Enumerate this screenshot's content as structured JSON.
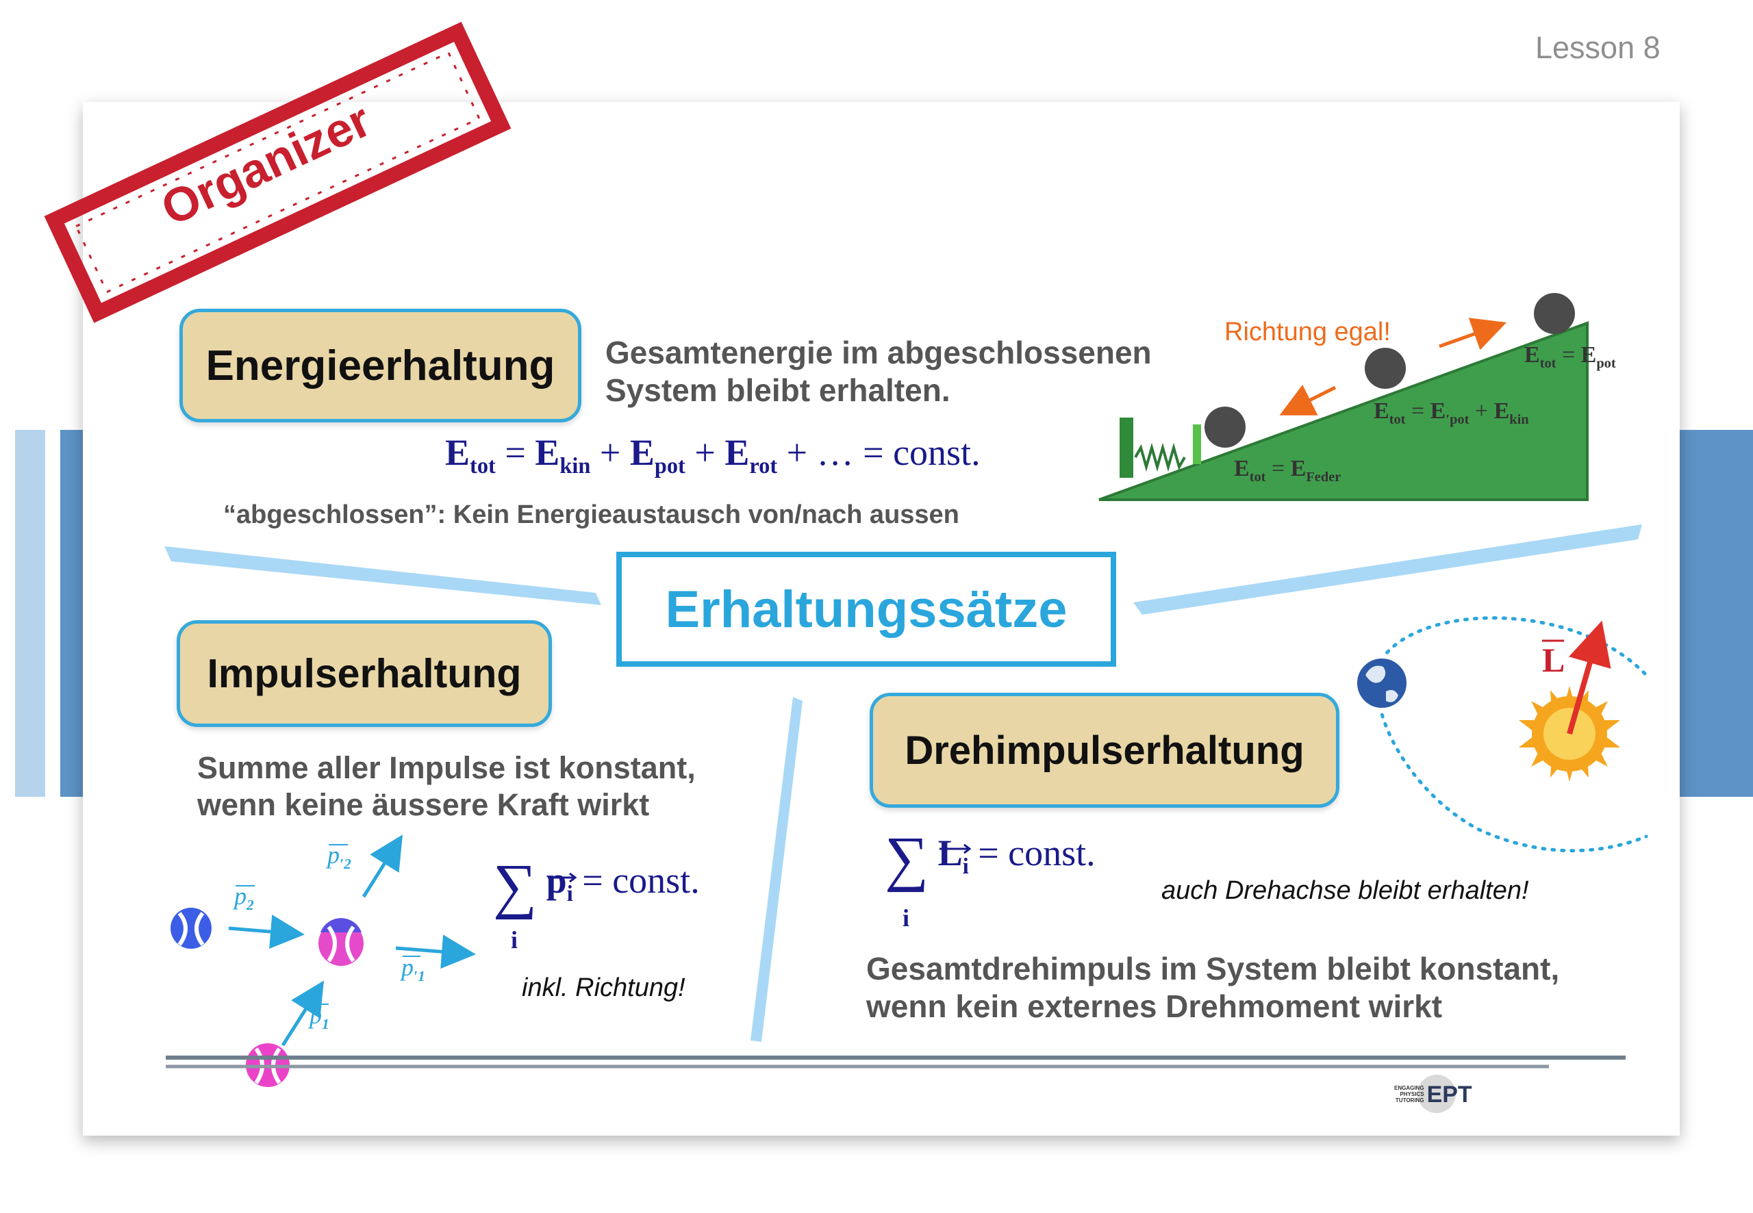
{
  "lesson": "Lesson 8",
  "stamp": "Organizer",
  "title": "Erhaltungssätze",
  "energy": {
    "heading": "Energieerhaltung",
    "desc_line1": "Gesamtenergie im abgeschlossenen",
    "desc_line2": "System bleibt erhalten.",
    "note": "“abgeschlossen”: Kein Energieaustausch von/nach aussen",
    "formula": {
      "E": "E",
      "tot": "tot",
      "kin": "kin",
      "pot": "pot",
      "rot": "rot",
      "dots": "…",
      "const": "const"
    },
    "diagram": {
      "direction_label": "Richtung egal!",
      "label_top_E": "E",
      "label_top_tot": "tot",
      "label_top_pot": "pot",
      "label_mid_kin": "kin",
      "label_bottom_feder": "Feder"
    }
  },
  "momentum": {
    "heading": "Impulserhaltung",
    "desc_line1": "Summe aller Impulse ist konstant,",
    "desc_line2": "wenn keine äussere Kraft wirkt",
    "formula_index": "i",
    "formula_const": "const",
    "note": "inkl. Richtung!",
    "vec_p": "p",
    "idx1": "1",
    "idx2": "2"
  },
  "angular": {
    "heading": "Drehimpulserhaltung",
    "formula_index": "i",
    "formula_const": "const",
    "vec_L": "L",
    "note": "auch Drehachse bleibt erhalten!",
    "desc_line1": "Gesamtdrehimpuls im System bleibt konstant,",
    "desc_line2": "wenn kein externes Drehmoment wirkt"
  },
  "logo": {
    "small_line1": "ENGAGING",
    "small_line2": "PHYSICS",
    "small_line3": "TUTORING",
    "mark": "EPT"
  },
  "colors": {
    "accent_blue": "#2aa6dc",
    "pill_fill": "#e8d6a6",
    "stamp_red": "#c8202e",
    "ramp_green": "#3f9e4c",
    "orange": "#ee6b1c",
    "formula_navy": "#1a1a8a"
  }
}
